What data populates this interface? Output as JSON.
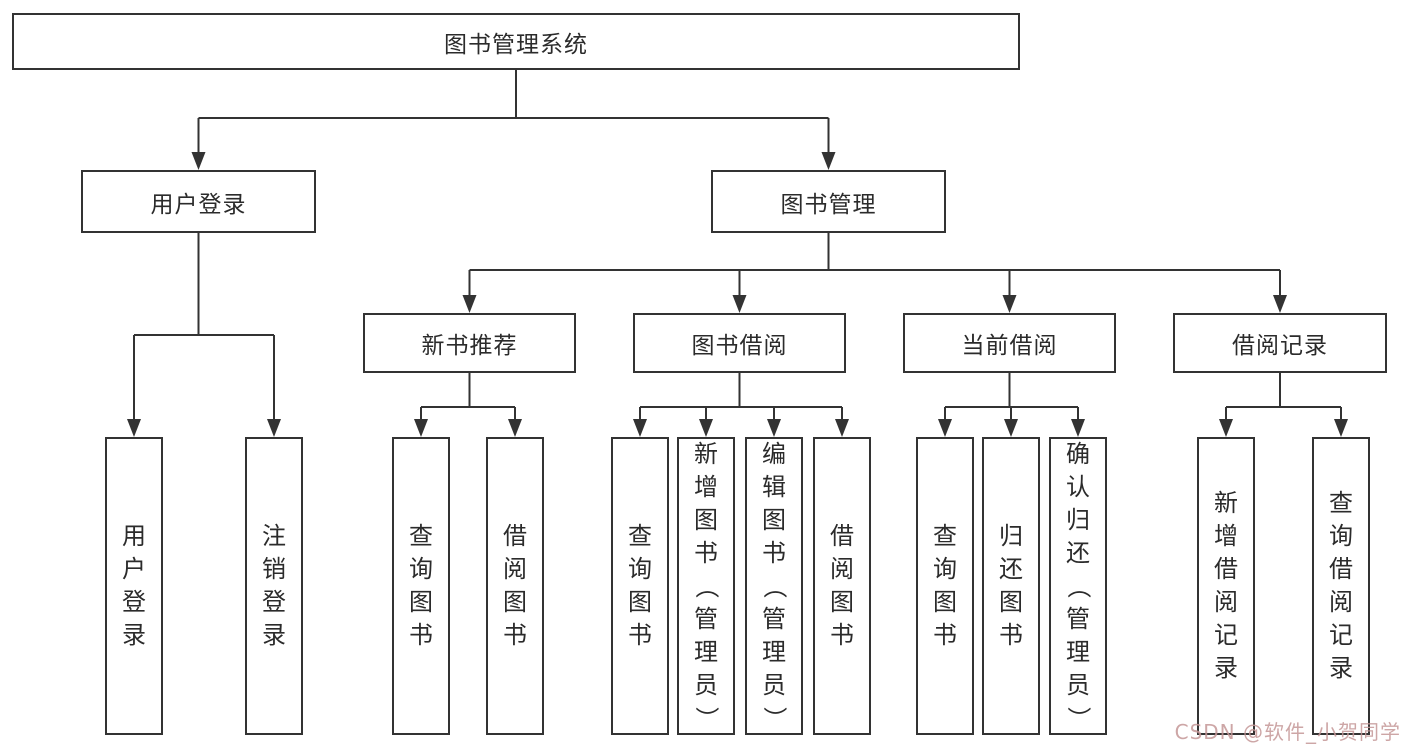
{
  "diagram": {
    "root": {
      "label": "图书管理系统"
    },
    "branches": {
      "user_login": {
        "label": "用户登录",
        "children": [
          {
            "label": "用户登录"
          },
          {
            "label": "注销登录"
          }
        ]
      },
      "book_management": {
        "label": "图书管理",
        "sections": {
          "new_book_recommend": {
            "label": "新书推荐",
            "children": [
              {
                "label": "查询图书"
              },
              {
                "label": "借阅图书"
              }
            ]
          },
          "book_borrowing": {
            "label": "图书借阅",
            "children": [
              {
                "label": "查询图书"
              },
              {
                "label": "新增图书（管理员）"
              },
              {
                "label": "编辑图书（管理员）"
              },
              {
                "label": "借阅图书"
              }
            ]
          },
          "current_borrowing": {
            "label": "当前借阅",
            "children": [
              {
                "label": "查询图书"
              },
              {
                "label": "归还图书"
              },
              {
                "label": "确认归还（管理员）"
              }
            ]
          },
          "borrowing_records": {
            "label": "借阅记录",
            "children": [
              {
                "label": "新增借阅记录"
              },
              {
                "label": "查询借阅记录"
              }
            ]
          }
        }
      }
    },
    "watermark": {
      "text": "CSDN @软件_小贺同学",
      "color": "#c59797"
    },
    "colors": {
      "line": "#333333",
      "box_border": "#333333",
      "background": "#ffffff",
      "text": "#2b2b2b"
    }
  }
}
